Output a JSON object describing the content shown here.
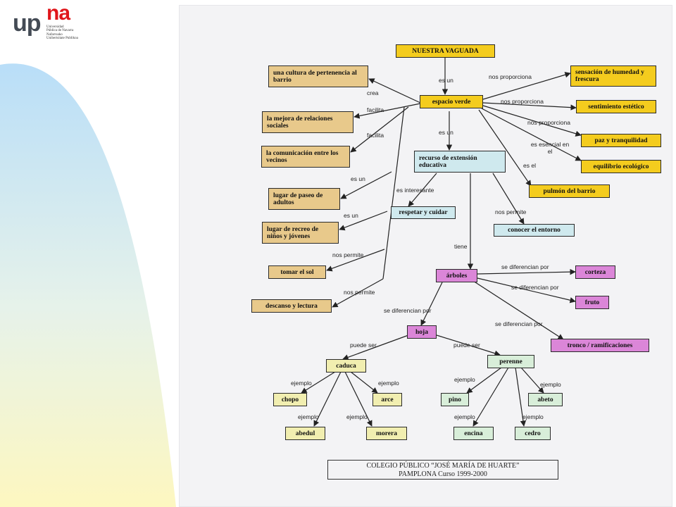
{
  "logo": {
    "up": "up",
    "na": "na",
    "subtitle_lines": [
      "Universidad",
      "Pública de Navarra",
      "Nafarroako",
      "Unibertsitate Publikoa"
    ]
  },
  "colors": {
    "sidebar_top": "#c8e7fb",
    "sidebar_bottom": "#fcf6c4",
    "node_tan": "#e8c98b",
    "node_gold": "#f4cc1e",
    "node_cyan": "#cfe9ee",
    "node_magenta": "#db86d8",
    "node_lightyellow": "#f1eeb0",
    "node_lightgreen": "#d8eed9"
  },
  "nodes": {
    "nuestra_vaguada": "NUESTRA VAGUADA",
    "espacio_verde": "espacio verde",
    "cultura": "una cultura de pertenencia al barrio",
    "relaciones": "la mejora de relaciones sociales",
    "comunicacion": "la comunicación entre los vecinos",
    "paseo": "lugar de paseo de adultos",
    "recreo": "lugar de recreo de niños y jóvenes",
    "tomar_sol": "tomar el sol",
    "descanso": "descanso y lectura",
    "humedad": "sensación de humedad y frescura",
    "estetico": "sentimiento estético",
    "paz": "paz y tranquilidad",
    "equilibrio": "equilibrio ecológico",
    "pulmon": "pulmón del barrio",
    "recurso": "recurso de extensión educativa",
    "respetar": "respetar y cuidar",
    "entorno": "conocer el entorno",
    "arboles": "árboles",
    "corteza": "corteza",
    "fruto": "fruto",
    "tronco": "tronco / ramificaciones",
    "hoja": "hoja",
    "caduca": "caduca",
    "perenne": "perenne",
    "chopo": "chopo",
    "arce": "arce",
    "abedul": "abedul",
    "morera": "morera",
    "pino": "pino",
    "abeto": "abeto",
    "encina": "encina",
    "cedro": "cedro"
  },
  "edge_labels": {
    "es_un_1": "es un",
    "es_un_2": "es un",
    "crea": "crea",
    "facilita_1": "facilita",
    "facilita_2": "facilita",
    "es_un_3": "es un",
    "es_un_4": "es un",
    "nos_permite_1": "nos permite",
    "nos_permite_2": "nos permite",
    "nos_proporciona_1": "nos proporciona",
    "nos_proporciona_2": "nos proporciona",
    "nos_proporciona_3": "nos proporciona",
    "es_esencial": "es esencial en el",
    "es_el": "es el",
    "es_interesante": "es interesante",
    "nos_permite_3": "nos permite",
    "tiene": "tiene",
    "se_diferencian_1": "se diferencian por",
    "se_diferencian_2": "se diferencian por",
    "se_diferencian_3": "se diferencian por",
    "se_diferencian_4": "se diferencian por",
    "puede_ser_1": "puede ser",
    "puede_ser_2": "puede ser",
    "ejemplo_1": "ejemplo",
    "ejemplo_2": "ejemplo",
    "ejemplo_3": "ejemplo",
    "ejemplo_4": "ejemplo",
    "ejemplo_5": "ejemplo",
    "ejemplo_6": "ejemplo",
    "ejemplo_7": "ejemplo",
    "ejemplo_8": "ejemplo"
  },
  "footer": {
    "line1": "COLEGIO PÚBLICO “JOSÉ MARÍA DE HUARTE”",
    "line2": "PAMPLONA   Curso 1999-2000"
  }
}
